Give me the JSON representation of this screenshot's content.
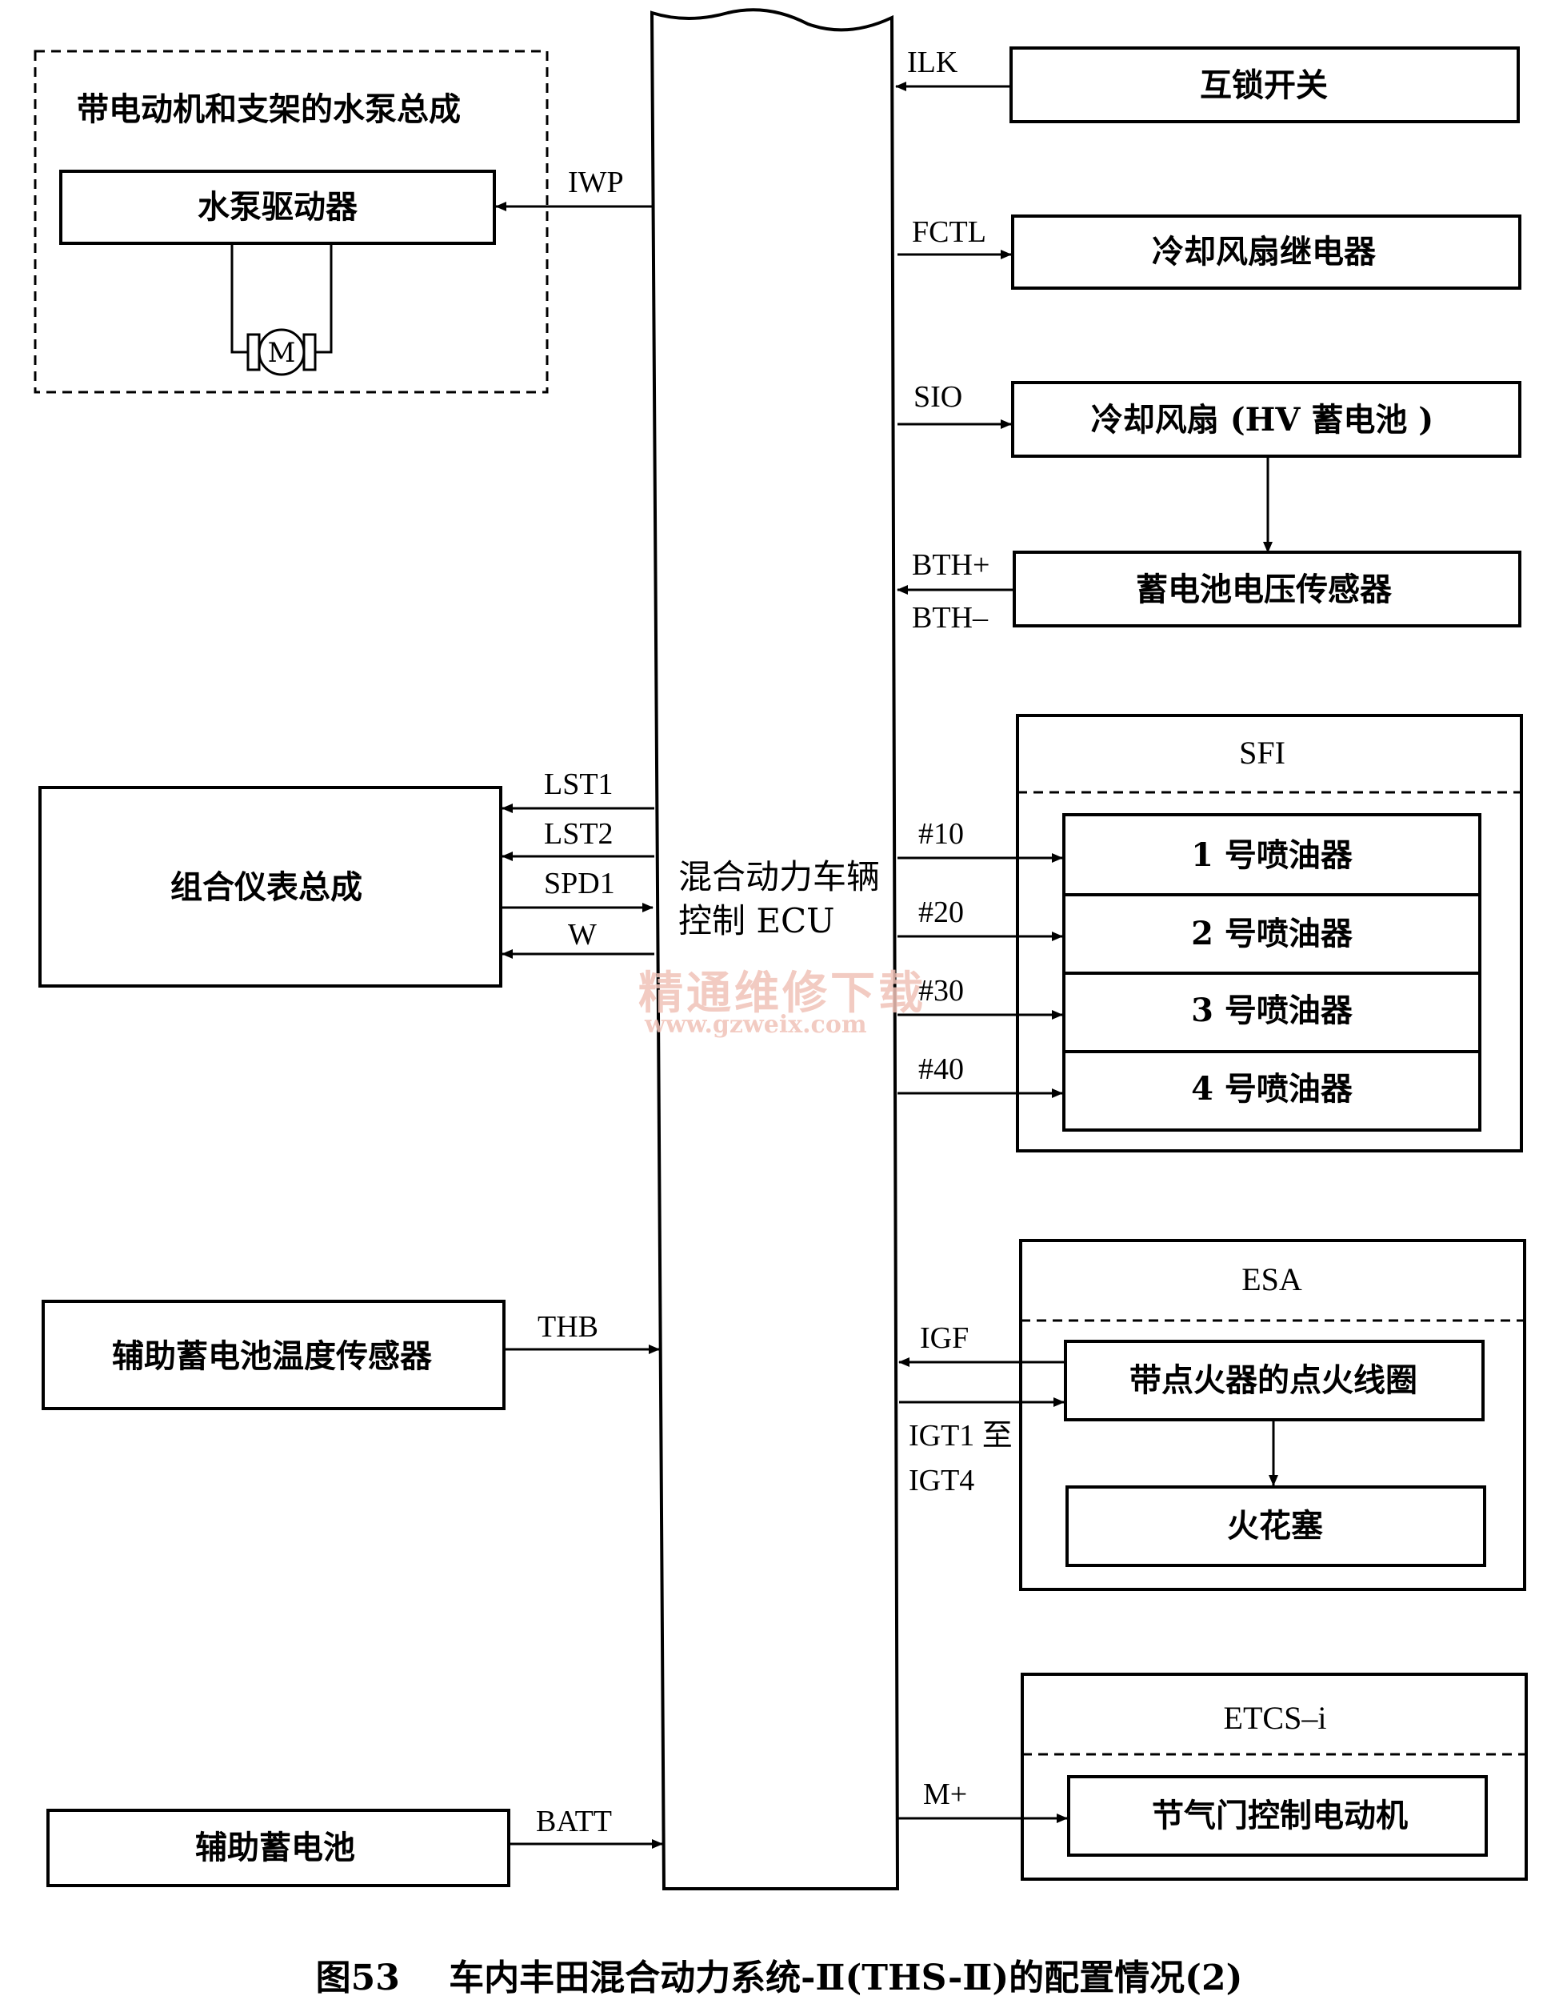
{
  "ecu": {
    "line1": "混合动力车辆",
    "line2": "控制 ECU"
  },
  "water_pump_group": {
    "title": "带电动机和支架的水泵总成",
    "driver": "水泵驱动器",
    "motor_symbol": "M"
  },
  "left_blocks": {
    "combination_meter": "组合仪表总成",
    "aux_battery_temp_sensor": "辅助蓄电池温度传感器",
    "aux_battery": "辅助蓄电池"
  },
  "right_blocks": {
    "interlock_switch": "互锁开关",
    "cooling_fan_relay": "冷却风扇继电器",
    "cooling_fan_hv": "冷却风扇 (HV 蓄电池 )",
    "battery_voltage_sensor": "蓄电池电压传感器"
  },
  "sfi": {
    "title": "SFI",
    "injectors": [
      "1 号喷油器",
      "2 号喷油器",
      "3 号喷油器",
      "4 号喷油器"
    ]
  },
  "esa": {
    "title": "ESA",
    "ignition_coil": "带点火器的点火线圈",
    "spark_plug": "火花塞"
  },
  "etcs": {
    "title": "ETCS–i",
    "throttle_motor": "节气门控制电动机"
  },
  "signals": {
    "iwp": "IWP",
    "ilk": "ILK",
    "fctl": "FCTL",
    "sio": "SIO",
    "bth_plus": "BTH+",
    "bth_minus": "BTH–",
    "lst1": "LST1",
    "lst2": "LST2",
    "spd1": "SPD1",
    "w": "W",
    "thb": "THB",
    "batt": "BATT",
    "n10": "#10",
    "n20": "#20",
    "n30": "#30",
    "n40": "#40",
    "igf": "IGF",
    "igt_line1": "IGT1 至",
    "igt_line2": "IGT4",
    "m_plus": "M+"
  },
  "watermark": {
    "line1": "精通维修下载",
    "line2": "www.gzweix.com"
  },
  "caption": "图53    车内丰田混合动力系统-Ⅱ(THS-Ⅱ)的配置情况(2)"
}
